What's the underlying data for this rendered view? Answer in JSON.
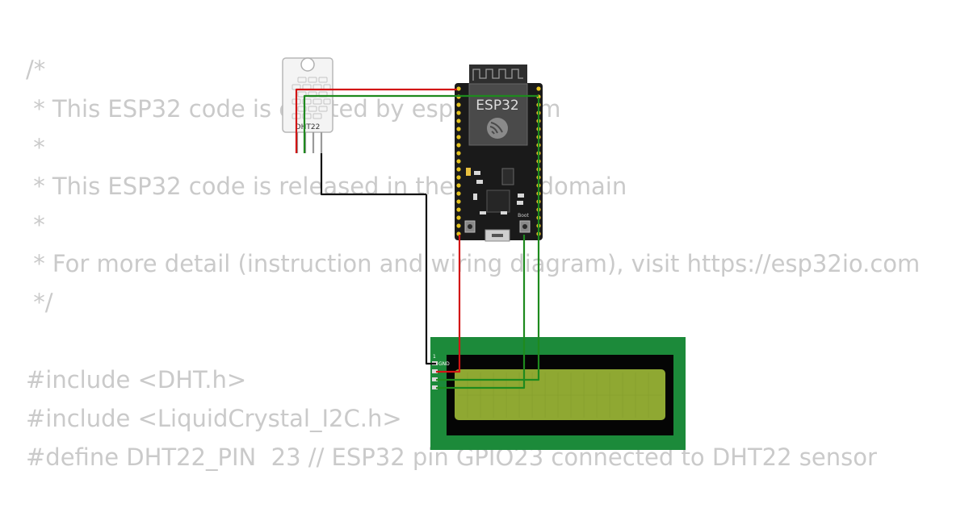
{
  "code_lines": [
    "/*",
    " * This ESP32 code is created by esp32io.com",
    " *",
    " * This ESP32 code is released in the public domain",
    " *",
    " * For more detail (instruction and wiring diagram), visit https://esp32io.com",
    " */",
    "",
    "#include <DHT.h>",
    "#include <LiquidCrystal_I2C.h>",
    "#define DHT22_PIN  23 // ESP32 pin GPIO23 connected to DHT22 sensor"
  ],
  "components": {
    "sensor_label": "DHT22",
    "board_label": "ESP32",
    "board_button_label": "Boot",
    "lcd_pin_1_label": "1",
    "lcd_pin_gnd_label": "GND"
  },
  "colors": {
    "code_text": "#cacaca",
    "wire_power": "#d21414",
    "wire_signal": "#1e8a1e",
    "wire_ground": "#111111",
    "lcd_pcb": "#1c8a3a",
    "lcd_screen": "#8fa832",
    "board": "#1a1a1a"
  }
}
